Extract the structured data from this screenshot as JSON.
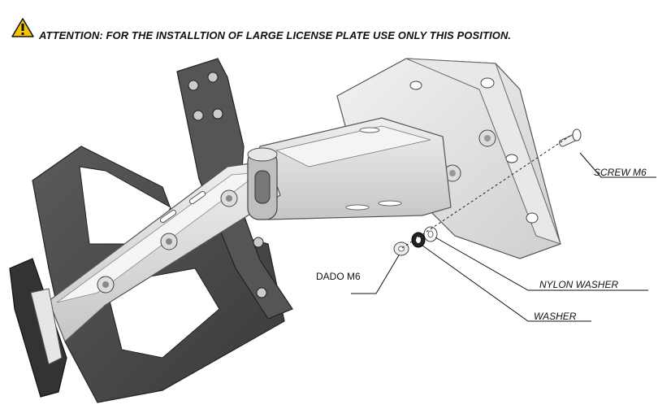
{
  "notice": {
    "icon": "warning-triangle-icon",
    "text": "ATTENTION: FOR THE INSTALLTION OF LARGE LICENSE PLATE USE ONLY THIS POSITION."
  },
  "labels": {
    "screw": "SCREW M6",
    "nut": "DADO M6",
    "nylon_washer": "NYLON WASHER",
    "washer": "WASHER"
  },
  "colors": {
    "warning_yellow": "#f4c400",
    "plate_dark": "#4a4a4a",
    "bracket_light": "#e3e3e3",
    "arm_mid": "#d0d0d0"
  }
}
